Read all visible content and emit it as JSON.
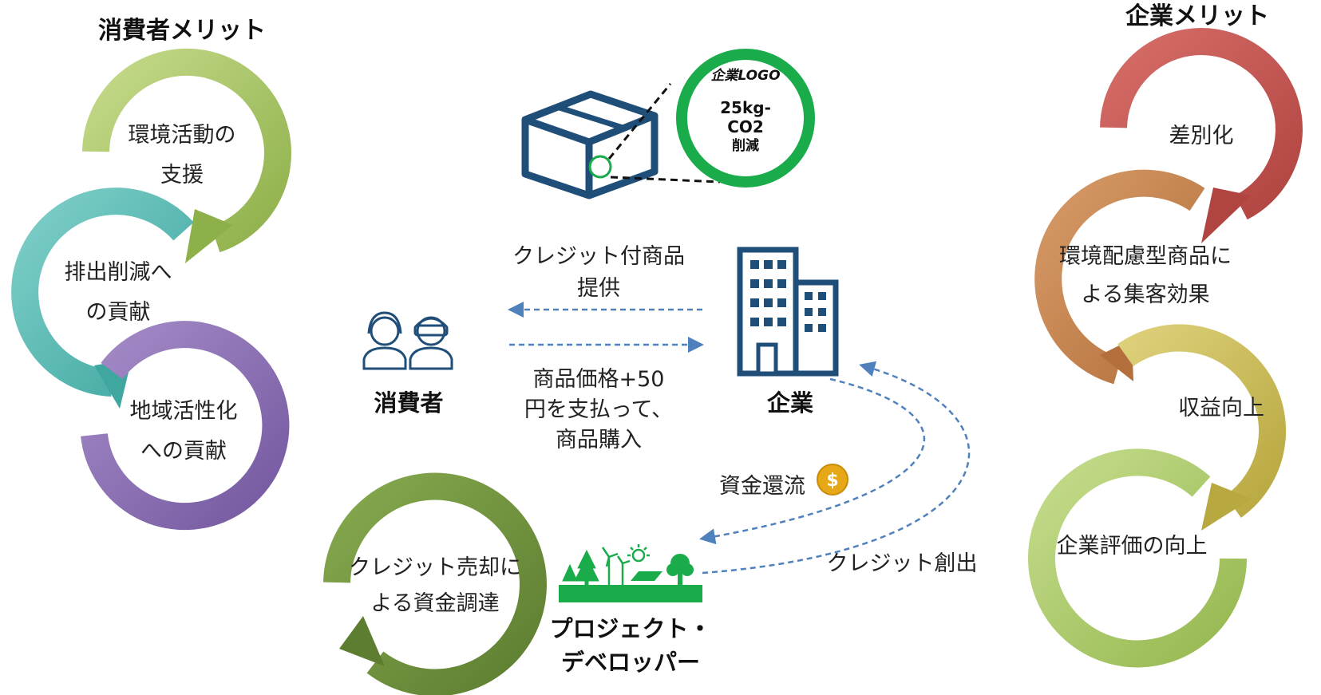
{
  "consumer_merits": {
    "title": "消費者メリット",
    "items": [
      {
        "line1": "環境活動の",
        "line2": "支援"
      },
      {
        "line1": "排出削減へ",
        "line2": "の貢献"
      },
      {
        "line1": "地域活性化",
        "line2": "への貢献"
      }
    ]
  },
  "company_merits": {
    "title": "企業メリット",
    "items": [
      {
        "line1": "差別化",
        "line2": ""
      },
      {
        "line1": "環境配慮型商品に",
        "line2": "よる集客効果"
      },
      {
        "line1": "収益向上",
        "line2": ""
      },
      {
        "line1": "企業評価の向上",
        "line2": ""
      }
    ]
  },
  "badge": {
    "logo": "企業LOGO",
    "line1": "25kg-",
    "line2": "CO2",
    "line3": "削減"
  },
  "flows": {
    "offer": {
      "line1": "クレジット付商品",
      "line2": "提供"
    },
    "pay": {
      "line1": "商品価格+50",
      "line2": "円を支払って、",
      "line3": "商品購入"
    },
    "funds": "資金還流",
    "credit_creation": "クレジット創出",
    "dollar_symbol": "$"
  },
  "actors": {
    "consumer": "消費者",
    "company": "企業",
    "developer": {
      "line1": "プロジェクト・",
      "line2": "デベロッパー"
    }
  },
  "developer_merit": {
    "line1": "クレジット売却に",
    "line2": "よる資金調達"
  },
  "colors": {
    "green_light": "#9bbb59",
    "teal": "#4bacc6",
    "purple": "#8064a2",
    "red": "#c0504d",
    "orange": "#c0804d",
    "olive": "#c3b552",
    "lime": "#9bbb59",
    "dark_green": "#6a8c3a",
    "navy": "#1f4e79",
    "arrow_blue": "#4f81bd",
    "badge_green": "#1aab4b",
    "coin": "#e6a817"
  }
}
